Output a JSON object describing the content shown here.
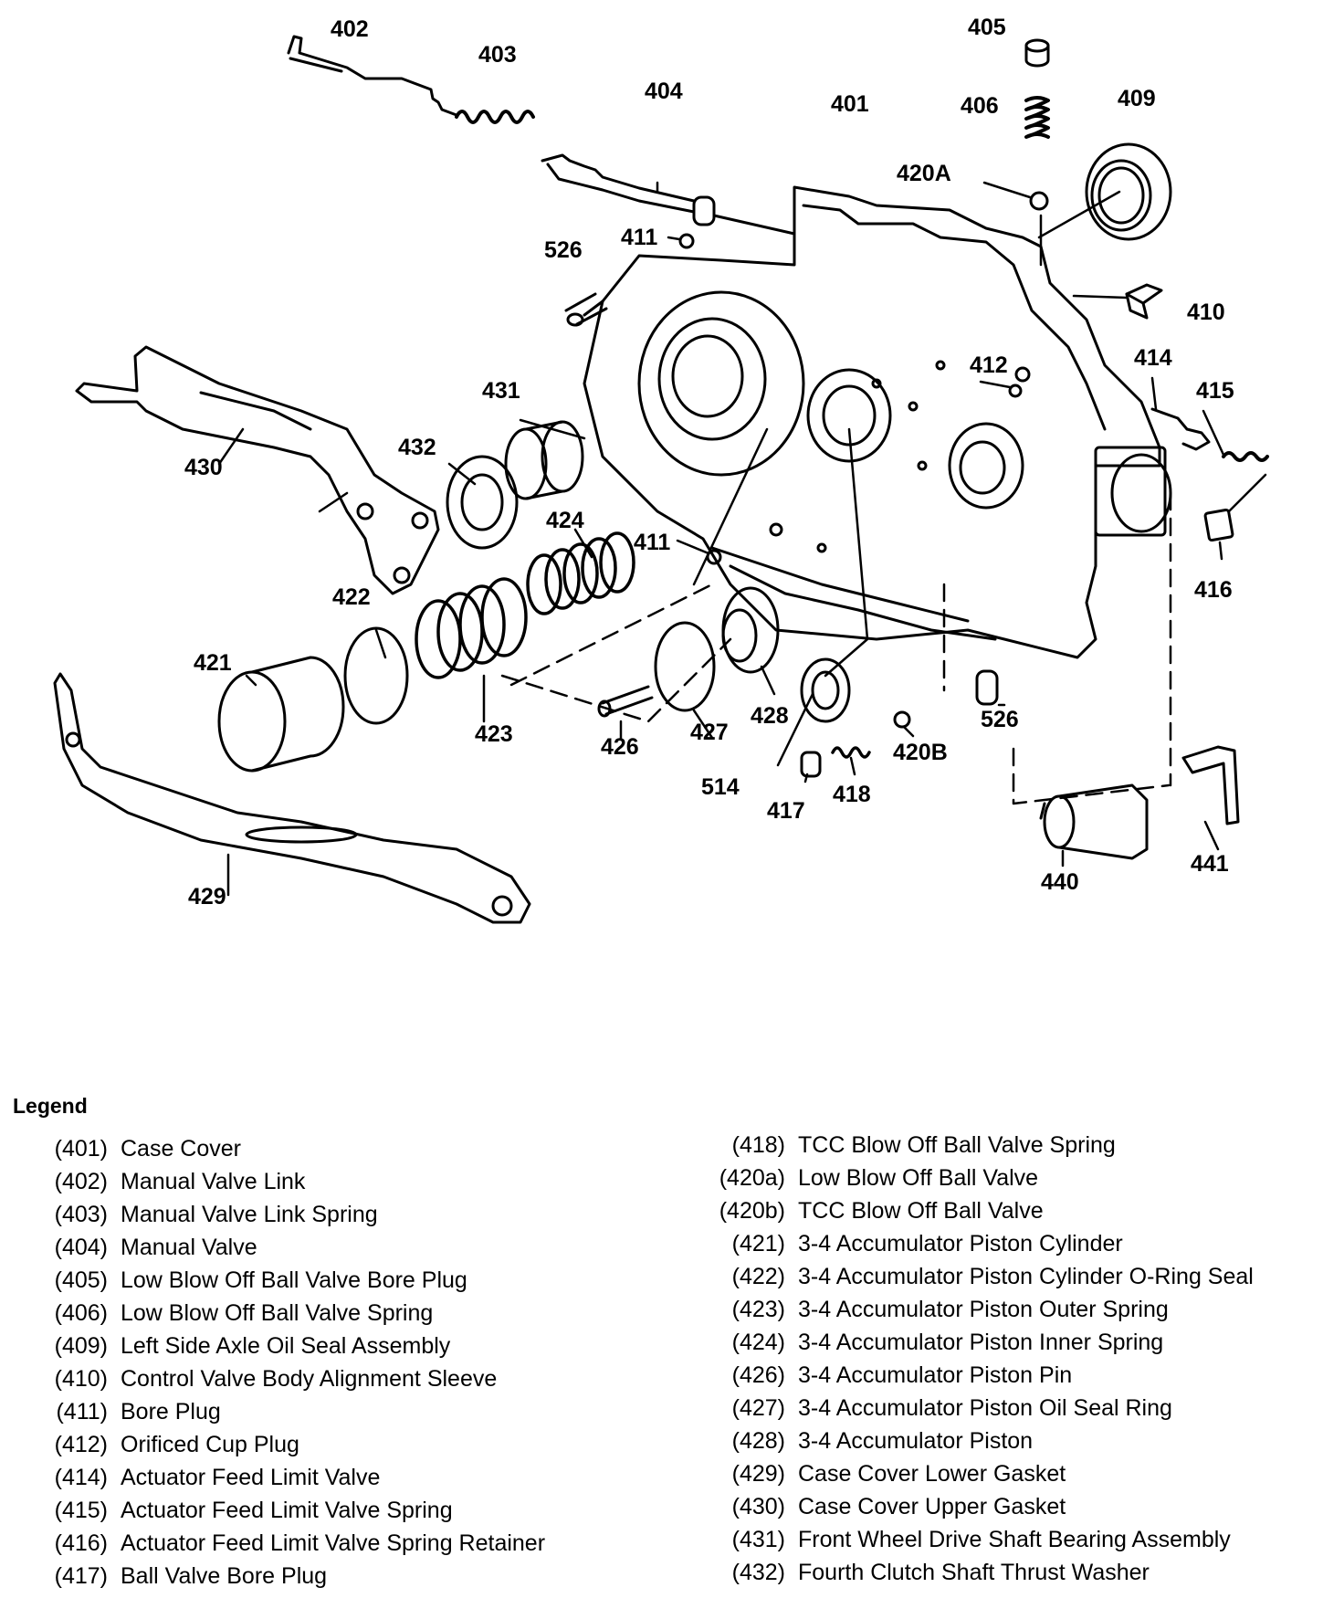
{
  "labels": [
    "402",
    "403",
    "404",
    "401",
    "405",
    "406",
    "409",
    "420A",
    "411",
    "526",
    "410",
    "412",
    "414",
    "415",
    "431",
    "432",
    "430",
    "424",
    "411",
    "416",
    "422",
    "421",
    "423",
    "426",
    "427",
    "428",
    "514",
    "420B",
    "526",
    "417",
    "418",
    "440",
    "441",
    "429"
  ],
  "legend": {
    "title": "Legend",
    "left": [
      {
        "code": "(401)",
        "name": "Case Cover"
      },
      {
        "code": "(402)",
        "name": "Manual Valve Link"
      },
      {
        "code": "(403)",
        "name": "Manual Valve Link Spring"
      },
      {
        "code": "(404)",
        "name": "Manual Valve"
      },
      {
        "code": "(405)",
        "name": "Low Blow Off Ball Valve Bore Plug"
      },
      {
        "code": "(406)",
        "name": "Low Blow Off Ball Valve Spring"
      },
      {
        "code": "(409)",
        "name": "Left Side Axle Oil Seal Assembly"
      },
      {
        "code": "(410)",
        "name": "Control Valve Body Alignment Sleeve"
      },
      {
        "code": "(411)",
        "name": "Bore Plug"
      },
      {
        "code": "(412)",
        "name": "Orificed Cup Plug"
      },
      {
        "code": "(414)",
        "name": "Actuator Feed Limit Valve"
      },
      {
        "code": "(415)",
        "name": "Actuator Feed Limit Valve Spring"
      },
      {
        "code": "(416)",
        "name": "Actuator Feed Limit Valve Spring Retainer"
      },
      {
        "code": "(417)",
        "name": "Ball Valve Bore Plug"
      }
    ],
    "right": [
      {
        "code": "(418)",
        "name": "TCC Blow Off Ball Valve Spring"
      },
      {
        "code": "(420a)",
        "name": "Low Blow Off Ball Valve"
      },
      {
        "code": "(420b)",
        "name": "TCC Blow Off Ball Valve"
      },
      {
        "code": "(421)",
        "name": "3-4 Accumulator Piston Cylinder"
      },
      {
        "code": "(422)",
        "name": "3-4 Accumulator Piston Cylinder O-Ring Seal"
      },
      {
        "code": "(423)",
        "name": "3-4 Accumulator Piston Outer Spring"
      },
      {
        "code": "(424)",
        "name": "3-4 Accumulator Piston Inner Spring"
      },
      {
        "code": "(426)",
        "name": "3-4 Accumulator Piston Pin"
      },
      {
        "code": "(427)",
        "name": "3-4 Accumulator Piston Oil Seal Ring"
      },
      {
        "code": "(428)",
        "name": "3-4 Accumulator Piston"
      },
      {
        "code": "(429)",
        "name": "Case Cover Lower Gasket"
      },
      {
        "code": "(430)",
        "name": "Case Cover Upper Gasket"
      },
      {
        "code": "(431)",
        "name": "Front Wheel Drive Shaft Bearing Assembly"
      },
      {
        "code": "(432)",
        "name": "Fourth Clutch Shaft Thrust Washer"
      }
    ]
  }
}
